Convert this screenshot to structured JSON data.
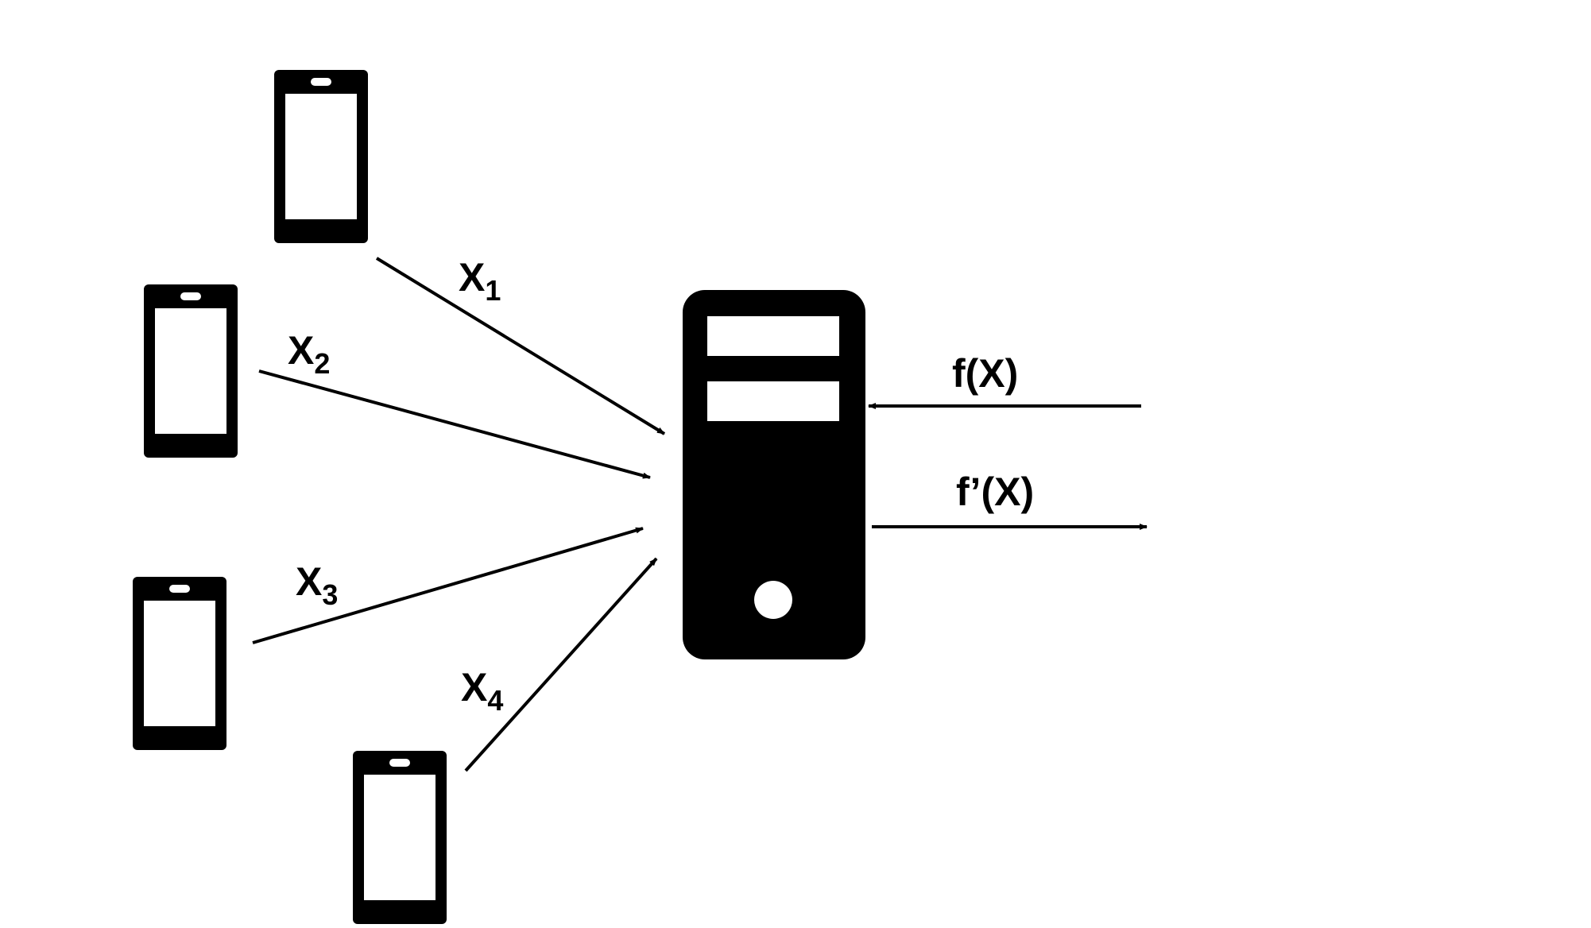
{
  "colors": {
    "ink": "#000000",
    "background": "#ffffff"
  },
  "icons": {
    "client": "smartphone-icon",
    "server": "server-tower-icon"
  },
  "clients": [
    {
      "label": "X",
      "subscript": "1"
    },
    {
      "label": "X",
      "subscript": "2"
    },
    {
      "label": "X",
      "subscript": "3"
    },
    {
      "label": "X",
      "subscript": "4"
    }
  ],
  "server": {
    "input_label": "f(X)",
    "output_label": "f’(X)"
  }
}
